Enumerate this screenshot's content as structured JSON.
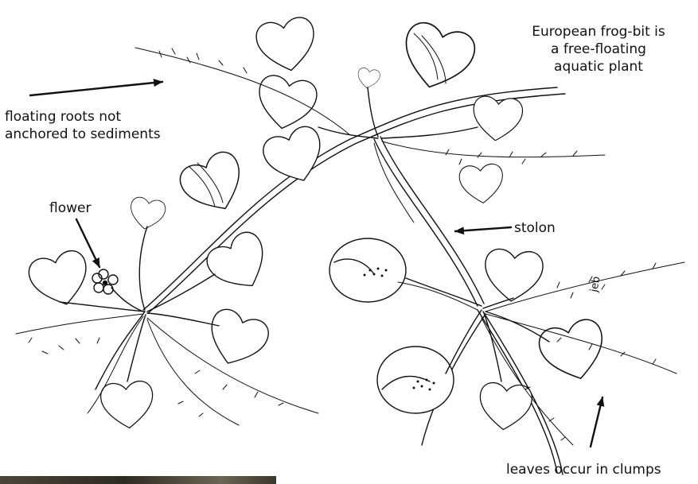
{
  "labels": {
    "title_line1": "European frog-bit is",
    "title_line2": "a free-floating",
    "title_line3": "aquatic plant",
    "roots_line1": "floating roots not",
    "roots_line2": "anchored to sediments",
    "flower": "flower",
    "stolon": "stolon",
    "clumps": "leaves occur in clumps"
  },
  "signature": "jeb",
  "colors": {
    "ink": "#111111",
    "background": "#ffffff"
  }
}
